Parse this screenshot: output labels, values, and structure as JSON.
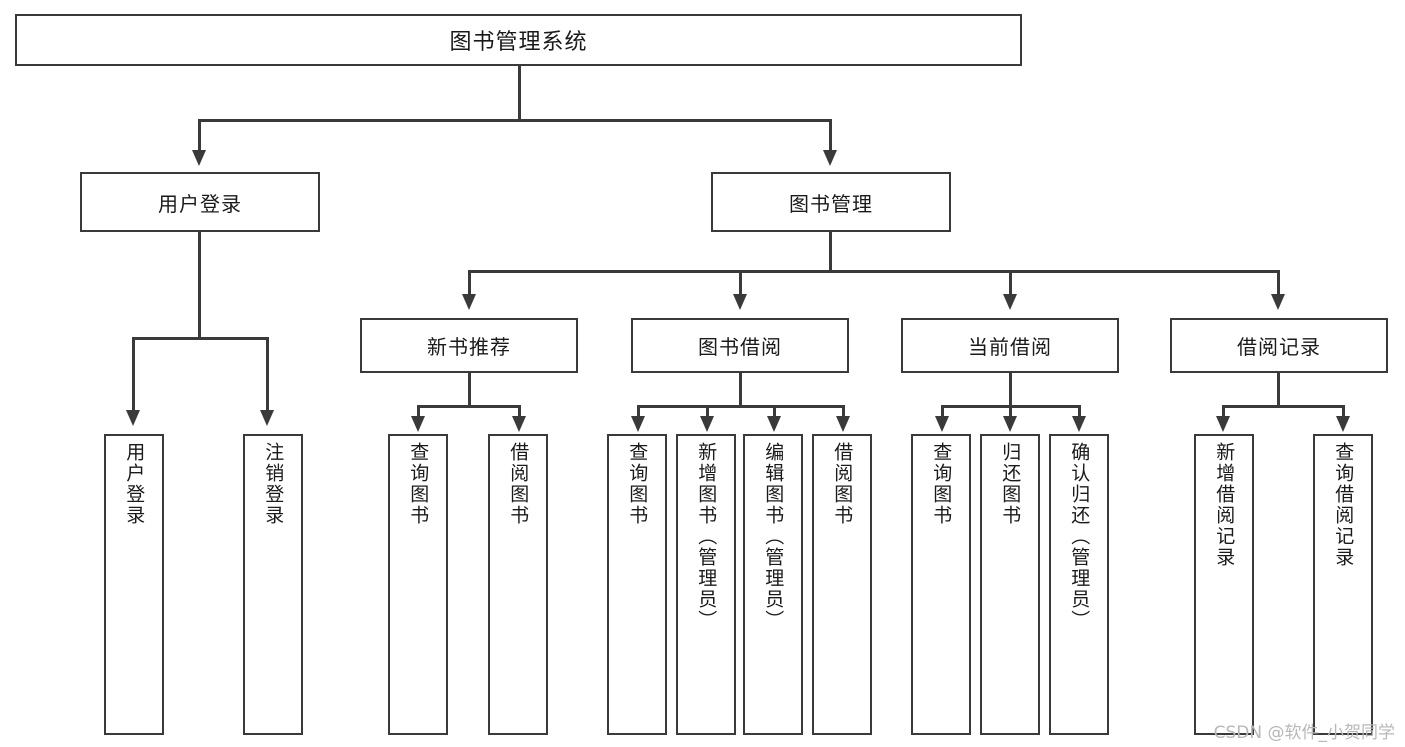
{
  "diagram": {
    "kind": "functional-structure-tree",
    "root": {
      "label": "图书管理系统"
    },
    "level1": [
      {
        "label": "用户登录"
      },
      {
        "label": "图书管理"
      }
    ],
    "level2": [
      {
        "label": "新书推荐"
      },
      {
        "label": "图书借阅"
      },
      {
        "label": "当前借阅"
      },
      {
        "label": "借阅记录"
      }
    ],
    "leaves": {
      "user_login": [
        {
          "label": "用户登录"
        },
        {
          "label": "注销登录"
        }
      ],
      "new_book_recommend": [
        {
          "label": "查询图书"
        },
        {
          "label": "借阅图书"
        }
      ],
      "book_borrow": [
        {
          "label": "查询图书"
        },
        {
          "label": "新增图书（管理员）"
        },
        {
          "label": "编辑图书（管理员）"
        },
        {
          "label": "借阅图书"
        }
      ],
      "current_borrow": [
        {
          "label": "查询图书"
        },
        {
          "label": "归还图书"
        },
        {
          "label": "确认归还（管理员）"
        }
      ],
      "borrow_record": [
        {
          "label": "新增借阅记录"
        },
        {
          "label": "查询借阅记录"
        }
      ]
    }
  },
  "watermark": {
    "text": "CSDN @软件_小贺同学"
  },
  "colors": {
    "stroke": "#3a3a3a",
    "fill": "#ffffff",
    "text": "#1a1a1a",
    "watermark": "#b8b8b8"
  }
}
